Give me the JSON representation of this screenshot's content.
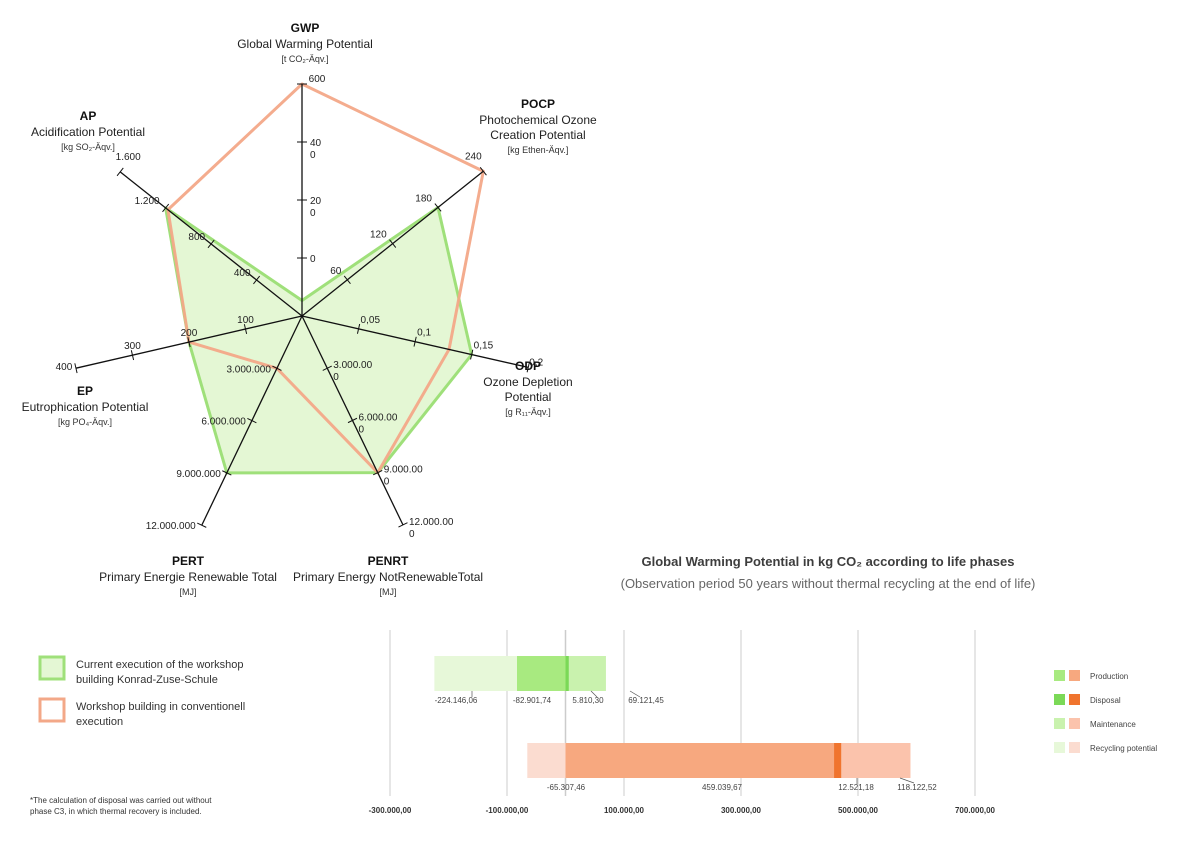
{
  "chart_data": [
    {
      "type": "radar",
      "axes": [
        {
          "abbr": "GWP",
          "name": "Global Warming Potential",
          "unit": "[t CO₂-Äqv.]",
          "ticks": [
            "0",
            "20\n0",
            "40\n0",
            "600"
          ],
          "max": 600
        },
        {
          "abbr": "POCP",
          "name": "Photochemical Ozone\nCreation Potential",
          "unit": "[kg Ethen-Äqv.]",
          "ticks": [
            "60",
            "120",
            "180",
            "240"
          ],
          "max": 240
        },
        {
          "abbr": "ODP",
          "name": "Ozone Depletion\nPotential",
          "unit": "[g R₁₁-Äqv.]",
          "ticks": [
            "0,05",
            "0,1",
            "0,15",
            "0,2"
          ],
          "max": 0.2
        },
        {
          "abbr": "PENRT",
          "name": "Primary Energy NotRenewableTotal",
          "unit": "[MJ]",
          "ticks": [
            "3.000.00\n0",
            "6.000.00\n0",
            "9.000.00\n0",
            "12.000.00\n0"
          ],
          "max": 12000000
        },
        {
          "abbr": "PERT",
          "name": "Primary Energie Renewable Total",
          "unit": "[MJ]",
          "ticks": [
            "3.000.000",
            "6.000.000",
            "9.000.000",
            "12.000.000"
          ],
          "max": 12000000
        },
        {
          "abbr": "EP",
          "name": "Eutrophication Potential",
          "unit": "[kg PO₄-Äqv.]",
          "ticks": [
            "100",
            "200",
            "300",
            "400"
          ],
          "max": 400
        },
        {
          "abbr": "AP",
          "name": "Acidification Potential",
          "unit": "[kg SO₂-Äqv.]",
          "ticks": [
            "400",
            "800",
            "1.200",
            "1.600"
          ],
          "max": 1600
        }
      ],
      "series": [
        {
          "name": "Current execution of the workshop building Konrad-Zuse-Schule",
          "color": "#9fe07a",
          "fill": "#e4f7d4",
          "values": [
            40,
            180,
            0.15,
            9000000,
            9000000,
            200,
            1200
          ]
        },
        {
          "name": "Workshop building in conventionell execution",
          "color": "#f3a888",
          "values": [
            600,
            240,
            0.13,
            9000000,
            3000000,
            200,
            1180
          ]
        }
      ]
    },
    {
      "type": "bar",
      "title": "Global Warming Potential  in kg CO₂ according to life phases",
      "subtitle": "(Observation period 50 years without thermal recycling at the end of life)",
      "xlim": [
        -300000,
        700000
      ],
      "xticks": [
        "-300.000,00",
        "-100.000,00",
        "100.000,00",
        "300.000,00",
        "500.000,00",
        "700.000,00"
      ],
      "rows": [
        {
          "segments": [
            {
              "phase": "Recycling potential",
              "start": -224146.06,
              "end": -82901.74,
              "color": "#e7f8d9"
            },
            {
              "phase": "Maintenance",
              "start": -82901.74,
              "end": 0,
              "color": "#a8ea80"
            },
            {
              "phase": "Disposal",
              "start": 0,
              "end": 5810.3,
              "color": "#7bd957"
            },
            {
              "phase": "Production",
              "start": 5810.3,
              "end": 69121.45,
              "color": "#c9f2ae"
            }
          ],
          "labels": [
            "-224.146,06",
            "-82.901,74",
            "5.810,30",
            "69.121,45"
          ]
        },
        {
          "segments": [
            {
              "phase": "Recycling potential",
              "start": -65307.46,
              "end": 0,
              "color": "#fbdcd0"
            },
            {
              "phase": "Production",
              "start": 0,
              "end": 459039.67,
              "color": "#f7a87f"
            },
            {
              "phase": "Disposal",
              "start": 459039.67,
              "end": 471560.85,
              "color": "#f0742e"
            },
            {
              "phase": "Maintenance",
              "start": 471560.85,
              "end": 589683.37,
              "color": "#fbc3ac"
            }
          ],
          "labels": [
            "-65.307,46",
            "459.039,67",
            "12.521,18",
            "118.122,52"
          ]
        }
      ],
      "legend": [
        {
          "label": "Production",
          "green": "#a8ea80",
          "orange": "#f7a87f"
        },
        {
          "label": "Disposal",
          "green": "#7bd957",
          "orange": "#f0742e"
        },
        {
          "label": "Maintenance",
          "green": "#c9f2ae",
          "orange": "#fbc3ac"
        },
        {
          "label": "Recycling potential",
          "green": "#e7f8d9",
          "orange": "#fbdcd0"
        }
      ]
    }
  ],
  "legend_main": [
    {
      "label": "Current execution of the workshop\nbuilding Konrad-Zuse-Schule",
      "color": "#9fe07a",
      "fill": "#e4f7d4"
    },
    {
      "label": "Workshop building in conventionell\nexecution",
      "color": "#f3a888",
      "fill": "#ffffff"
    }
  ],
  "footnote": "*The calculation of disposal was carried out without phase C3, in which thermal recovery is included."
}
